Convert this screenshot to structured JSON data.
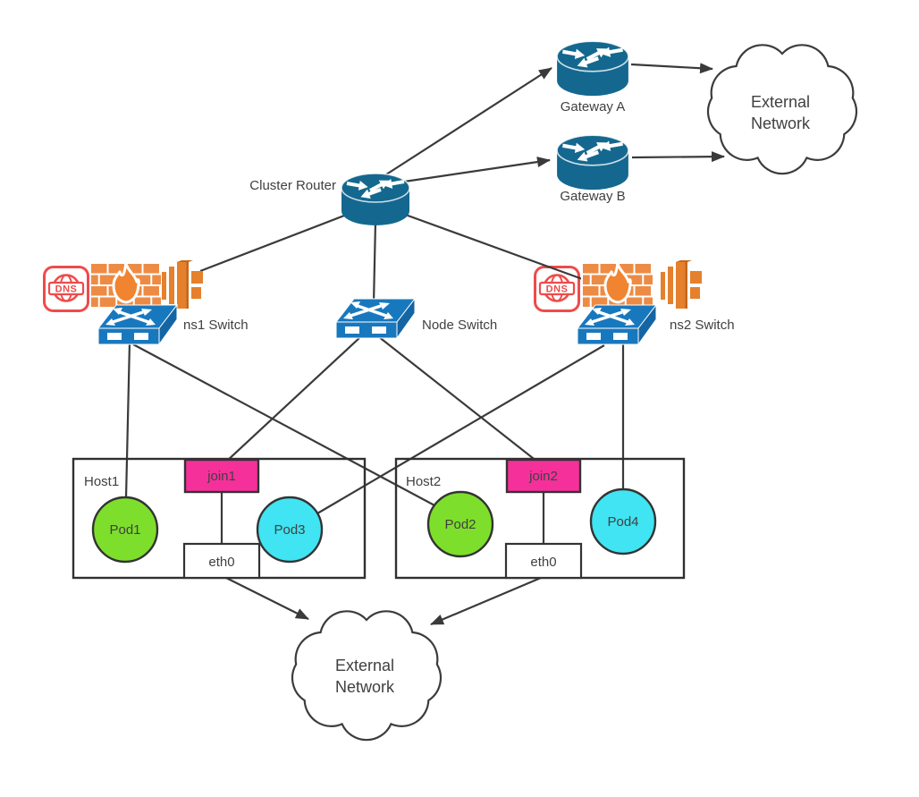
{
  "nodes": {
    "cluster_router": {
      "label": "Cluster Router",
      "type": "router"
    },
    "gateway_a": {
      "label": "Gateway A",
      "type": "router"
    },
    "gateway_b": {
      "label": "Gateway B",
      "type": "router"
    },
    "external_network_top": {
      "label_line1": "External",
      "label_line2": "Network",
      "type": "cloud"
    },
    "ns1_switch": {
      "label": "ns1 Switch",
      "type": "switch"
    },
    "node_switch": {
      "label": "Node Switch",
      "type": "switch"
    },
    "ns2_switch": {
      "label": "ns2 Switch",
      "type": "switch"
    },
    "dns_left": {
      "label": "DNS",
      "type": "dns-icon"
    },
    "dns_right": {
      "label": "DNS",
      "type": "dns-icon"
    },
    "firewall_left": {
      "type": "firewall-icon"
    },
    "firewall_right": {
      "type": "firewall-icon"
    },
    "blocks_left": {
      "type": "instance-blocks-icon"
    },
    "blocks_right": {
      "type": "instance-blocks-icon"
    },
    "host1": {
      "label": "Host1",
      "type": "host"
    },
    "host2": {
      "label": "Host2",
      "type": "host"
    },
    "pod1": {
      "label": "Pod1",
      "type": "pod"
    },
    "pod2": {
      "label": "Pod2",
      "type": "pod"
    },
    "pod3": {
      "label": "Pod3",
      "type": "pod"
    },
    "pod4": {
      "label": "Pod4",
      "type": "pod"
    },
    "join1": {
      "label": "join1",
      "type": "join"
    },
    "join2": {
      "label": "join2",
      "type": "join"
    },
    "eth0_host1": {
      "label": "eth0",
      "type": "nic"
    },
    "eth0_host2": {
      "label": "eth0",
      "type": "nic"
    },
    "external_network_bottom": {
      "label_line1": "External",
      "label_line2": "Network",
      "type": "cloud"
    }
  },
  "edges": [
    {
      "from": "cluster_router",
      "to": "gateway_a",
      "arrow": true
    },
    {
      "from": "cluster_router",
      "to": "gateway_b",
      "arrow": true
    },
    {
      "from": "gateway_a",
      "to": "external_network_top",
      "arrow": true
    },
    {
      "from": "gateway_b",
      "to": "external_network_top",
      "arrow": true
    },
    {
      "from": "cluster_router",
      "to": "ns1_switch",
      "arrow": false
    },
    {
      "from": "cluster_router",
      "to": "node_switch",
      "arrow": false
    },
    {
      "from": "cluster_router",
      "to": "ns2_switch",
      "arrow": false
    },
    {
      "from": "ns1_switch",
      "to": "pod1",
      "arrow": false
    },
    {
      "from": "ns1_switch",
      "to": "pod2",
      "arrow": false
    },
    {
      "from": "node_switch",
      "to": "join1",
      "arrow": false
    },
    {
      "from": "node_switch",
      "to": "join2",
      "arrow": false
    },
    {
      "from": "ns2_switch",
      "to": "pod3",
      "arrow": false
    },
    {
      "from": "ns2_switch",
      "to": "pod4",
      "arrow": false
    },
    {
      "from": "join1",
      "to": "eth0_host1",
      "arrow": false
    },
    {
      "from": "join2",
      "to": "eth0_host2",
      "arrow": false
    },
    {
      "from": "eth0_host1",
      "to": "external_network_bottom",
      "arrow": true
    },
    {
      "from": "eth0_host2",
      "to": "external_network_bottom",
      "arrow": true
    }
  ],
  "colors": {
    "router_blue": "#14688F",
    "switch_blue": "#1878BE",
    "pod_green": "#7DDF2B",
    "pod_cyan": "#40E4F2",
    "join_pink": "#F5309B",
    "firewall_orange": "#ED8B45",
    "flame_orange": "#F08430",
    "blocks_orange": "#E5802C",
    "dns_red": "#EE4B4B",
    "edge_dark": "#3A3A3A",
    "text_dark": "#404040"
  }
}
